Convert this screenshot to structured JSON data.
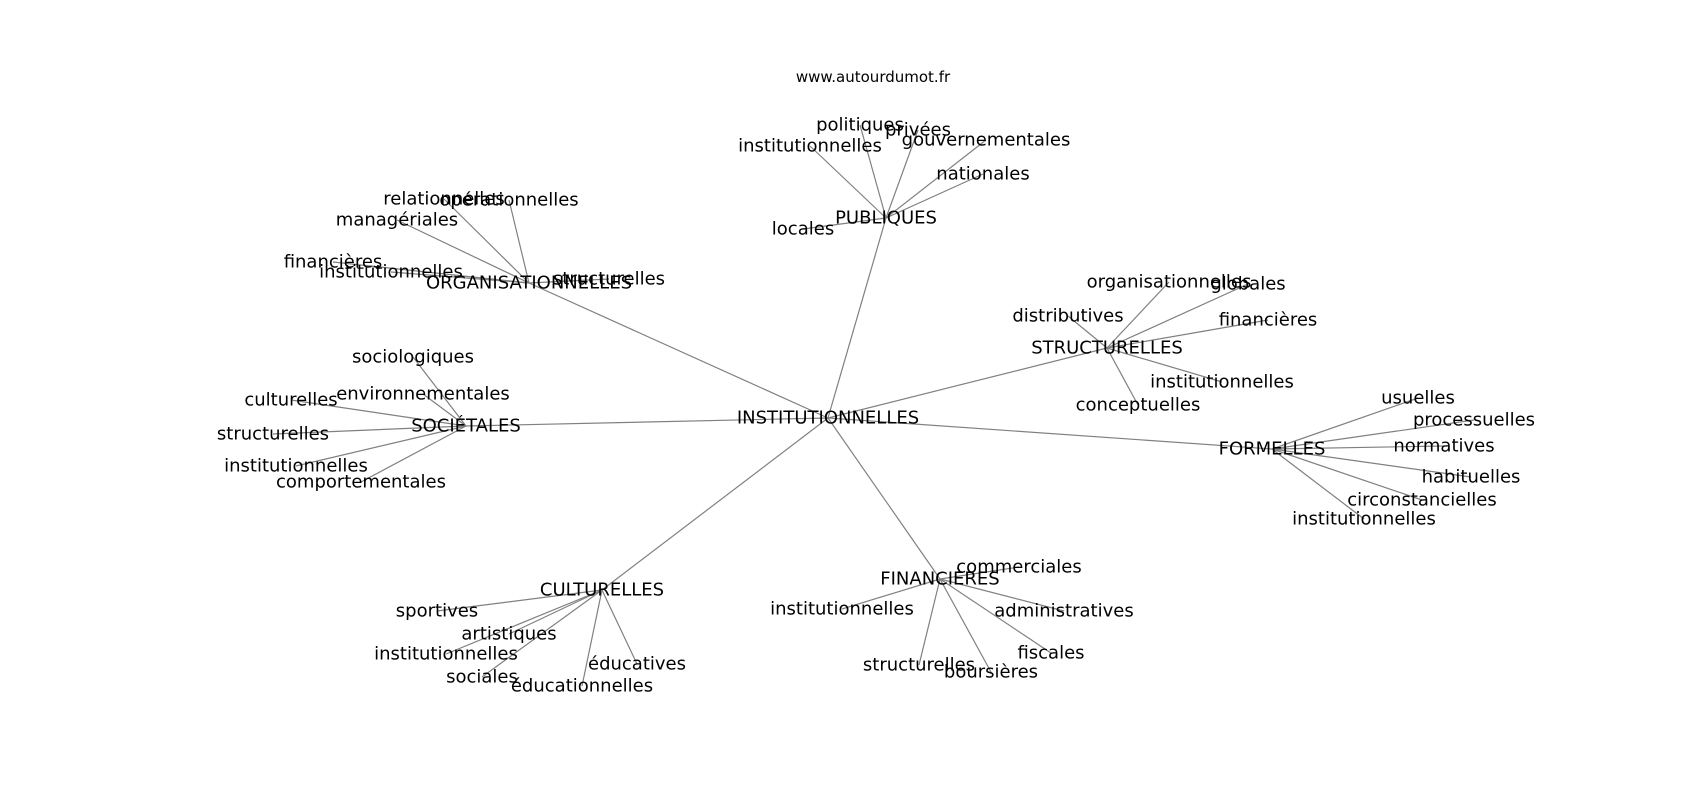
{
  "source_text": "www.autourdumot.fr",
  "colors": {
    "edge": "#808080",
    "text": "#000000",
    "background": "#ffffff"
  },
  "root": "INSTITUTIONNELLES",
  "hubs": [
    {
      "id": "publiques",
      "label": "PUBLIQUES",
      "leaves": [
        "politiques",
        "privées",
        "gouvernementales",
        "institutionnelles",
        "nationales",
        "locales"
      ]
    },
    {
      "id": "organisationnelles",
      "label": "ORGANISATIONNELLES",
      "leaves": [
        "relationnelles",
        "opérationnelles",
        "managériales",
        "financières",
        "institutionnelles",
        "structurelles"
      ]
    },
    {
      "id": "structurelles",
      "label": "STRUCTURELLES",
      "leaves": [
        "organisationnelles",
        "globales",
        "distributives",
        "financières",
        "institutionnelles",
        "conceptuelles"
      ]
    },
    {
      "id": "societales",
      "label": "SOCIÉTALES",
      "leaves": [
        "sociologiques",
        "environnementales",
        "culturelles",
        "structurelles",
        "institutionnelles",
        "comportementales"
      ]
    },
    {
      "id": "formelles",
      "label": "FORMELLES",
      "leaves": [
        "usuelles",
        "processuelles",
        "normatives",
        "habituelles",
        "circonstancielles",
        "institutionnelles"
      ]
    },
    {
      "id": "culturelles",
      "label": "CULTURELLES",
      "leaves": [
        "sportives",
        "artistiques",
        "institutionnelles",
        "éducatives",
        "sociales",
        "éducationnelles"
      ]
    },
    {
      "id": "financieres",
      "label": "FINANCIÈRES",
      "leaves": [
        "commerciales",
        "institutionnelles",
        "administratives",
        "fiscales",
        "structurelles",
        "boursières"
      ]
    }
  ]
}
